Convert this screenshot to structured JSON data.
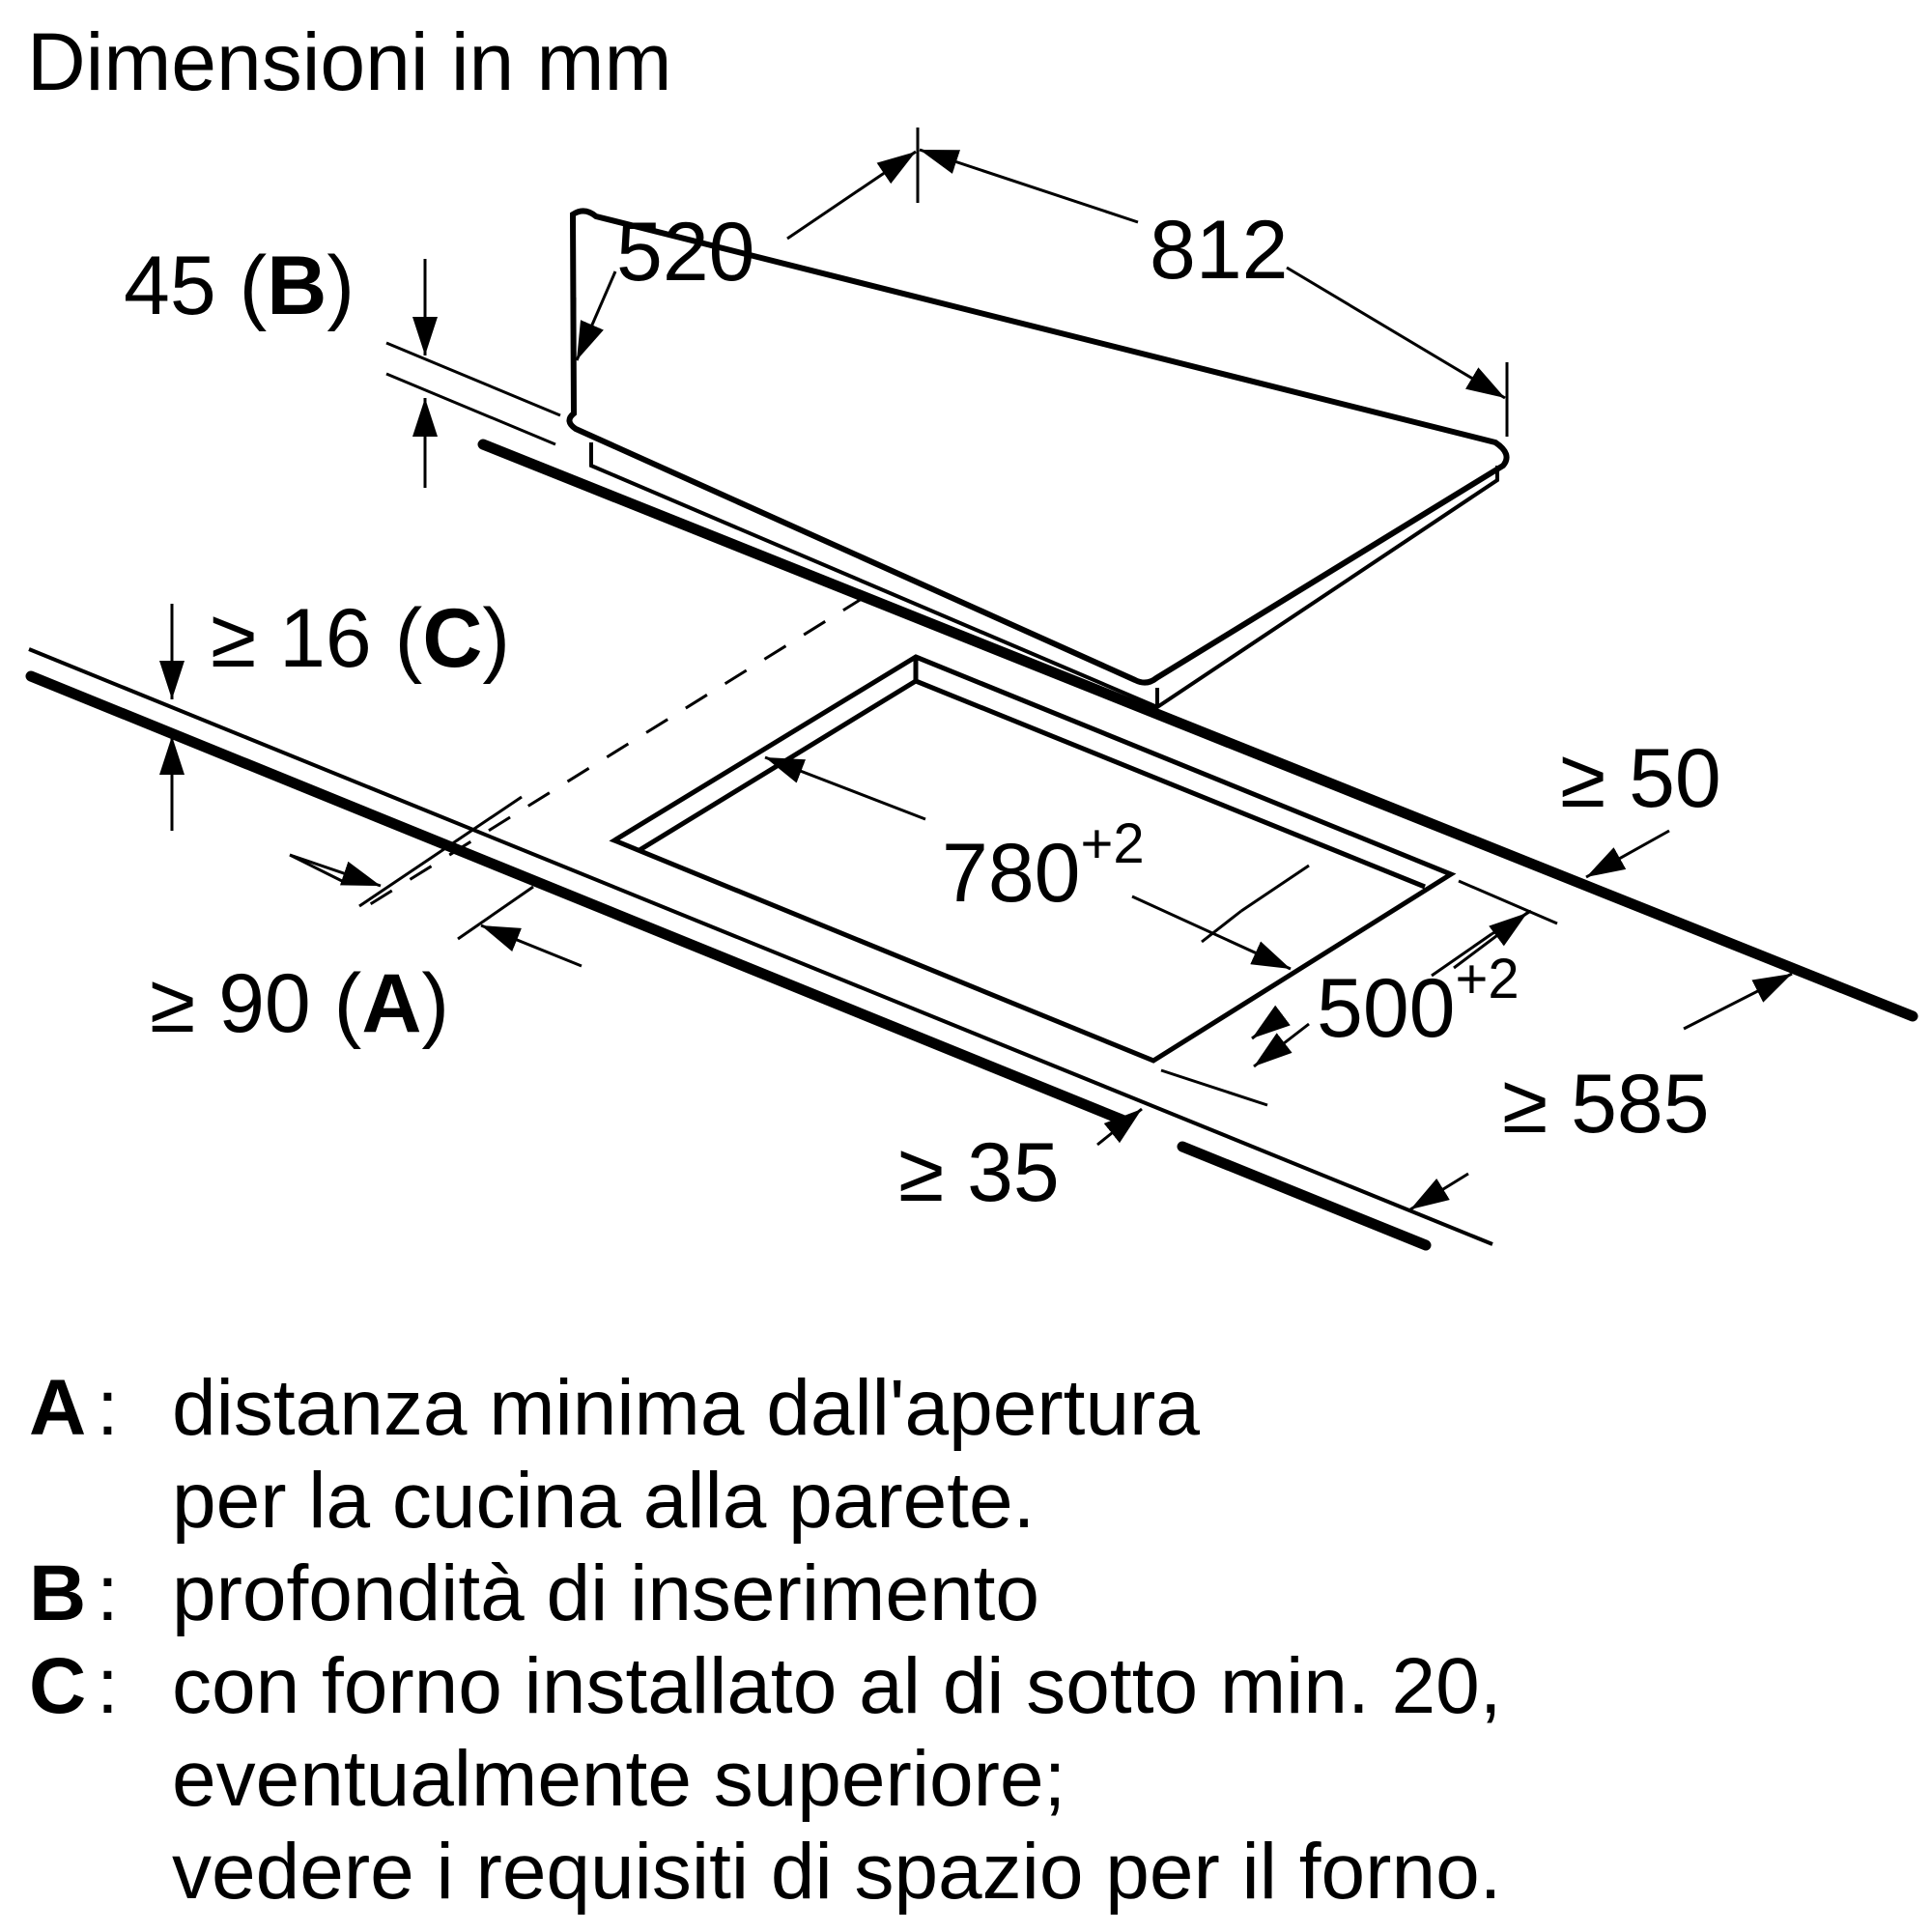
{
  "title": "Dimensioni in mm",
  "dimensions": {
    "hob_width": "812",
    "hob_depth": "520",
    "insertion_depth": {
      "value": "45",
      "ref": "B"
    },
    "worktop_thickness": {
      "prefix": "≥ 16",
      "ref": "C"
    },
    "wall_distance": {
      "prefix": "≥ 90",
      "ref": "A"
    },
    "cutout_width": {
      "value": "780",
      "tolerance": "+2"
    },
    "cutout_depth": {
      "value": "500",
      "tolerance": "+2"
    },
    "rear_clearance": "≥ 50",
    "front_clearance": "≥ 35",
    "worktop_depth": "≥ 585"
  },
  "legend": [
    {
      "key": "A",
      "lines": [
        "distanza minima dall'apertura",
        "per la cucina alla parete."
      ]
    },
    {
      "key": "B",
      "lines": [
        "profondità di inserimento"
      ]
    },
    {
      "key": "C",
      "lines": [
        "con forno installato al di sotto min. 20,",
        "eventualmente superiore;",
        "vedere i requisiti di spazio per il forno."
      ]
    }
  ],
  "colors": {
    "line": "#000000",
    "background": "#ffffff"
  }
}
